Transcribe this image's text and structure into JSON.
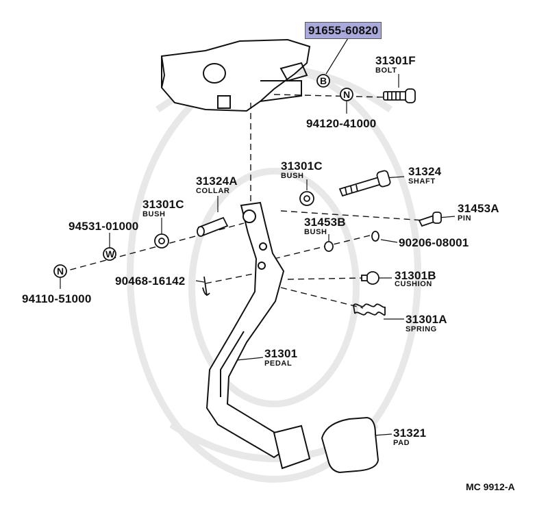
{
  "diagram_code": "MC 9912-A",
  "highlighted_part": "91655-60820",
  "callouts": {
    "b": "B",
    "n": "N",
    "w": "W"
  },
  "parts": {
    "p31301F": "31301F",
    "p31301F_sub": "BOLT",
    "p94120": "94120-41000",
    "p31301C_top": "31301C",
    "p31301C_top_sub": "BUSH",
    "p31324": "31324",
    "p31324_sub": "SHAFT",
    "p31324A": "31324A",
    "p31324A_sub": "COLLAR",
    "p31301C_left": "31301C",
    "p31301C_left_sub": "BUSH",
    "p94531": "94531-01000",
    "p31453A": "31453A",
    "p31453A_sub": "PIN",
    "p31453B": "31453B",
    "p31453B_sub": "BUSH",
    "p90206": "90206-08001",
    "p94110": "94110-51000",
    "p90468": "90468-16142",
    "p31301B": "31301B",
    "p31301B_sub": "CUSHION",
    "p31301A": "31301A",
    "p31301A_sub": "SPRING",
    "p31301": "31301",
    "p31301_sub": "PEDAL",
    "p31321": "31321",
    "p31321_sub": "PAD"
  }
}
